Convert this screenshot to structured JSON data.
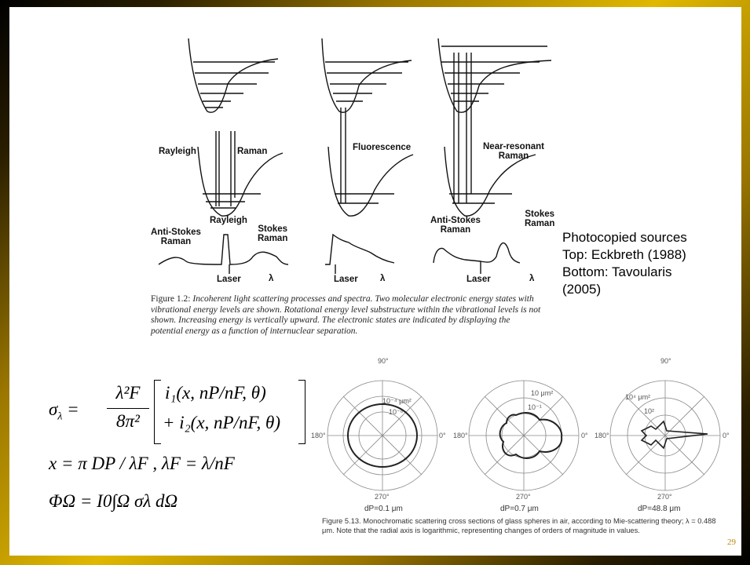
{
  "figure_top": {
    "labels": {
      "rayleigh": "Rayleigh",
      "raman": "Raman",
      "fluorescence": "Fluorescence",
      "near_resonant": "Near-resonant\nRaman",
      "rayleigh_spectrum": "Rayleigh",
      "anti_stokes_raman": "Anti-Stokes\nRaman",
      "stokes_raman": "Stokes\nRaman",
      "stokes_raman_2": "Stokes\nRaman",
      "anti_stokes_raman_2": "Anti-Stokes\nRaman",
      "laser_1": "Laser",
      "laser_2": "Laser",
      "laser_3": "Laser",
      "lambda_1": "λ",
      "lambda_2": "λ",
      "lambda_3": "λ"
    },
    "caption_lead": "Figure 1.2:",
    "caption_body": "Incoherent light scattering processes and spectra. Two molecular electronic energy states with vibrational energy levels are shown. Rotational energy level substructure within the vibrational levels is not shown. Increasing energy is vertically upward. The electronic states are indicated by displaying the potential energy as a function of internuclear separation."
  },
  "sources": {
    "line1": "Photocopied sources",
    "line2": "Top: Eckbreth (1988)",
    "line3": "Bottom: Tavoularis",
    "line4": "(2005)"
  },
  "equations": {
    "eq1_lhs": "σ",
    "eq1_lhs_sub": "λ",
    "eq1_frac_num": "λ²F",
    "eq1_frac_den": "8π²",
    "eq1_row1": "i₁(x, nP/nF, θ)",
    "eq1_row2": "+ i₂(x, nP/nF, θ)",
    "eq2": "x = π DP / λF , λF = λ/nF",
    "eq3": "ΦΩ = I0∫Ω σλ dΩ"
  },
  "figure_bottom": {
    "angle_top": "90°",
    "angle_left": "180°",
    "angle_right": "0°",
    "angle_bottom": "270°",
    "plots": [
      {
        "label": "dP=0.1 μm",
        "r1": "10⁻⁴ μm²",
        "r2": "10⁻⁶"
      },
      {
        "label": "dP=0.7 μm",
        "r1": "10 μm²",
        "r2": "10⁻¹"
      },
      {
        "label": "dP=48.8 μm",
        "r1": "10⁴ μm²",
        "r2": "10²"
      }
    ],
    "caption": "Figure 5.13. Monochromatic scattering cross sections of glass spheres in air, according to Mie-scattering theory; λ = 0.488 μm. Note that the radial axis is logarithmic, representing changes of orders of magnitude in values."
  },
  "slide_number": "29"
}
